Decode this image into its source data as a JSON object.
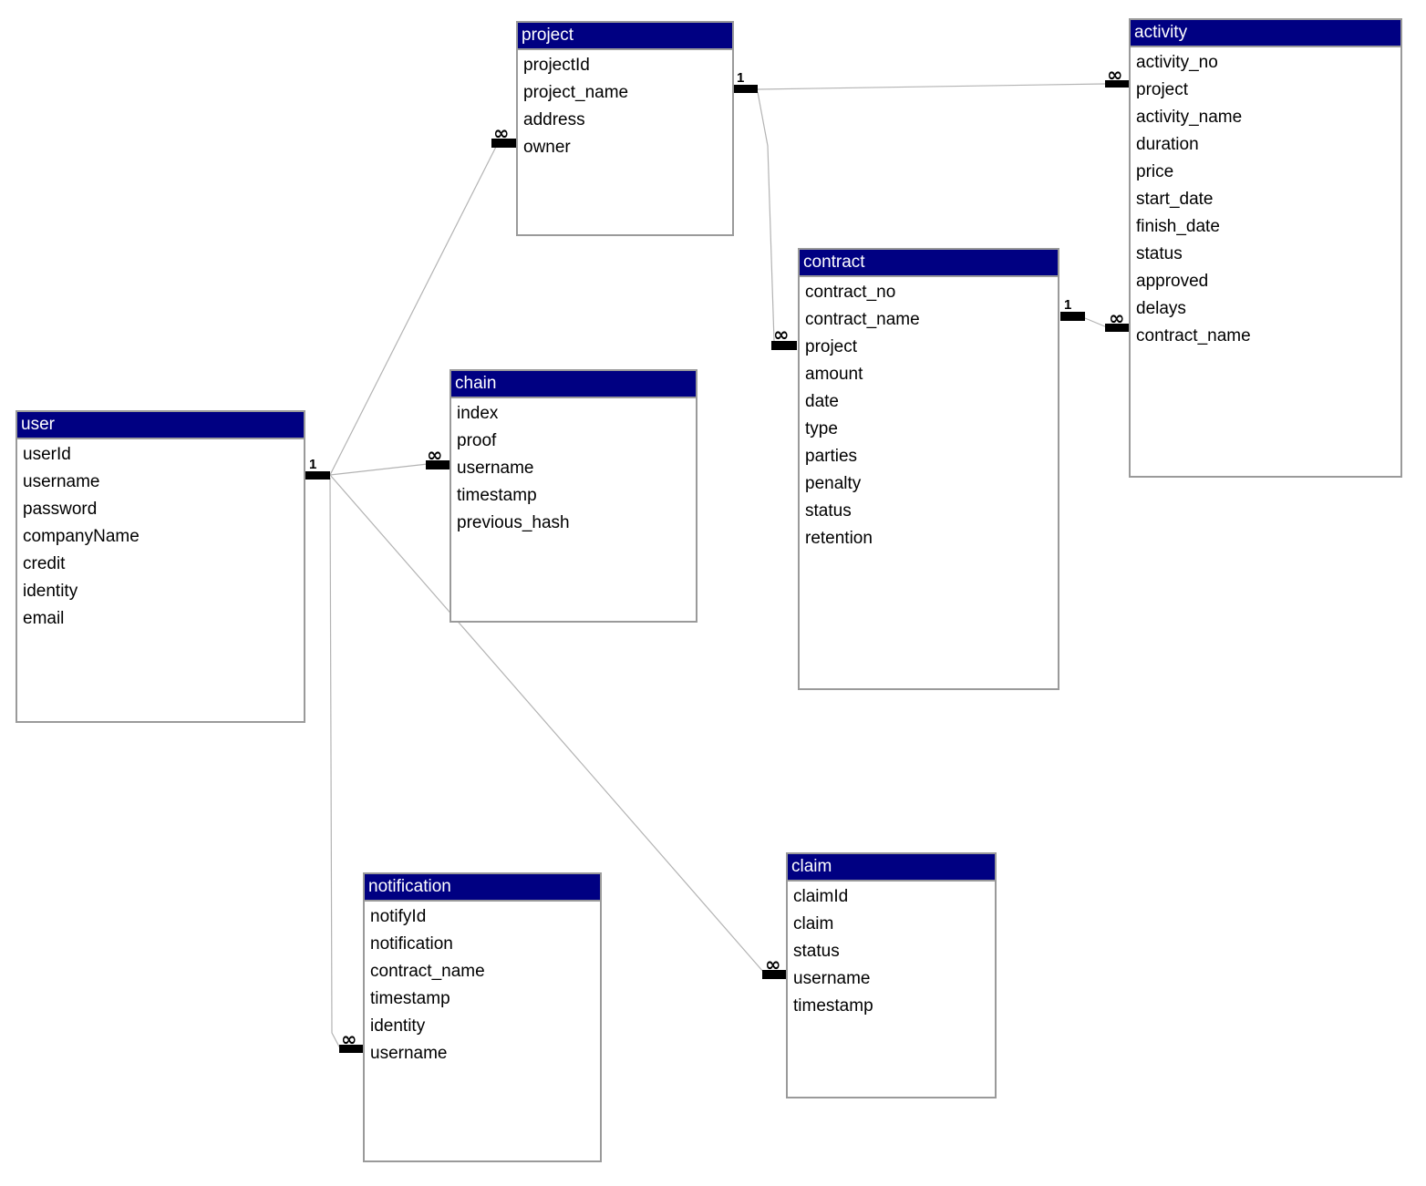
{
  "diagram": {
    "symbols": {
      "one": "1",
      "many": "∞"
    },
    "colors": {
      "header_bg": "#000082",
      "header_text": "#ffffff",
      "box_border": "#9a9a9a",
      "line_color": "#b3b3b3",
      "marker_color": "#000000",
      "field_text": "#000000",
      "canvas_bg": "#ffffff"
    },
    "entities": [
      {
        "name": "project",
        "fields": [
          "projectId",
          "project_name",
          "address",
          "owner"
        ]
      },
      {
        "name": "activity",
        "fields": [
          "activity_no",
          "project",
          "activity_name",
          "duration",
          "price",
          "start_date",
          "finish_date",
          "status",
          "approved",
          "delays",
          "contract_name"
        ]
      },
      {
        "name": "contract",
        "fields": [
          "contract_no",
          "contract_name",
          "project",
          "amount",
          "date",
          "type",
          "parties",
          "penalty",
          "status",
          "retention"
        ]
      },
      {
        "name": "chain",
        "fields": [
          "index",
          "proof",
          "username",
          "timestamp",
          "previous_hash"
        ]
      },
      {
        "name": "user",
        "fields": [
          "userId",
          "username",
          "password",
          "companyName",
          "credit",
          "identity",
          "email"
        ]
      },
      {
        "name": "notification",
        "fields": [
          "notifyId",
          "notification",
          "contract_name",
          "timestamp",
          "identity",
          "username"
        ]
      },
      {
        "name": "claim",
        "fields": [
          "claimId",
          "claim",
          "status",
          "username",
          "timestamp"
        ]
      }
    ],
    "relationships": [
      {
        "from": "user",
        "from_card": "1",
        "to": "project",
        "to_card": "∞"
      },
      {
        "from": "user",
        "from_card": "1",
        "to": "chain",
        "to_card": "∞"
      },
      {
        "from": "user",
        "from_card": "1",
        "to": "claim",
        "to_card": "∞"
      },
      {
        "from": "user",
        "from_card": "1",
        "to": "notification",
        "to_card": "∞"
      },
      {
        "from": "project",
        "from_card": "1",
        "to": "activity",
        "to_card": "∞"
      },
      {
        "from": "project",
        "from_card": "1",
        "to": "contract",
        "to_card": "∞"
      },
      {
        "from": "contract",
        "from_card": "1",
        "to": "activity",
        "to_card": "∞"
      }
    ]
  }
}
